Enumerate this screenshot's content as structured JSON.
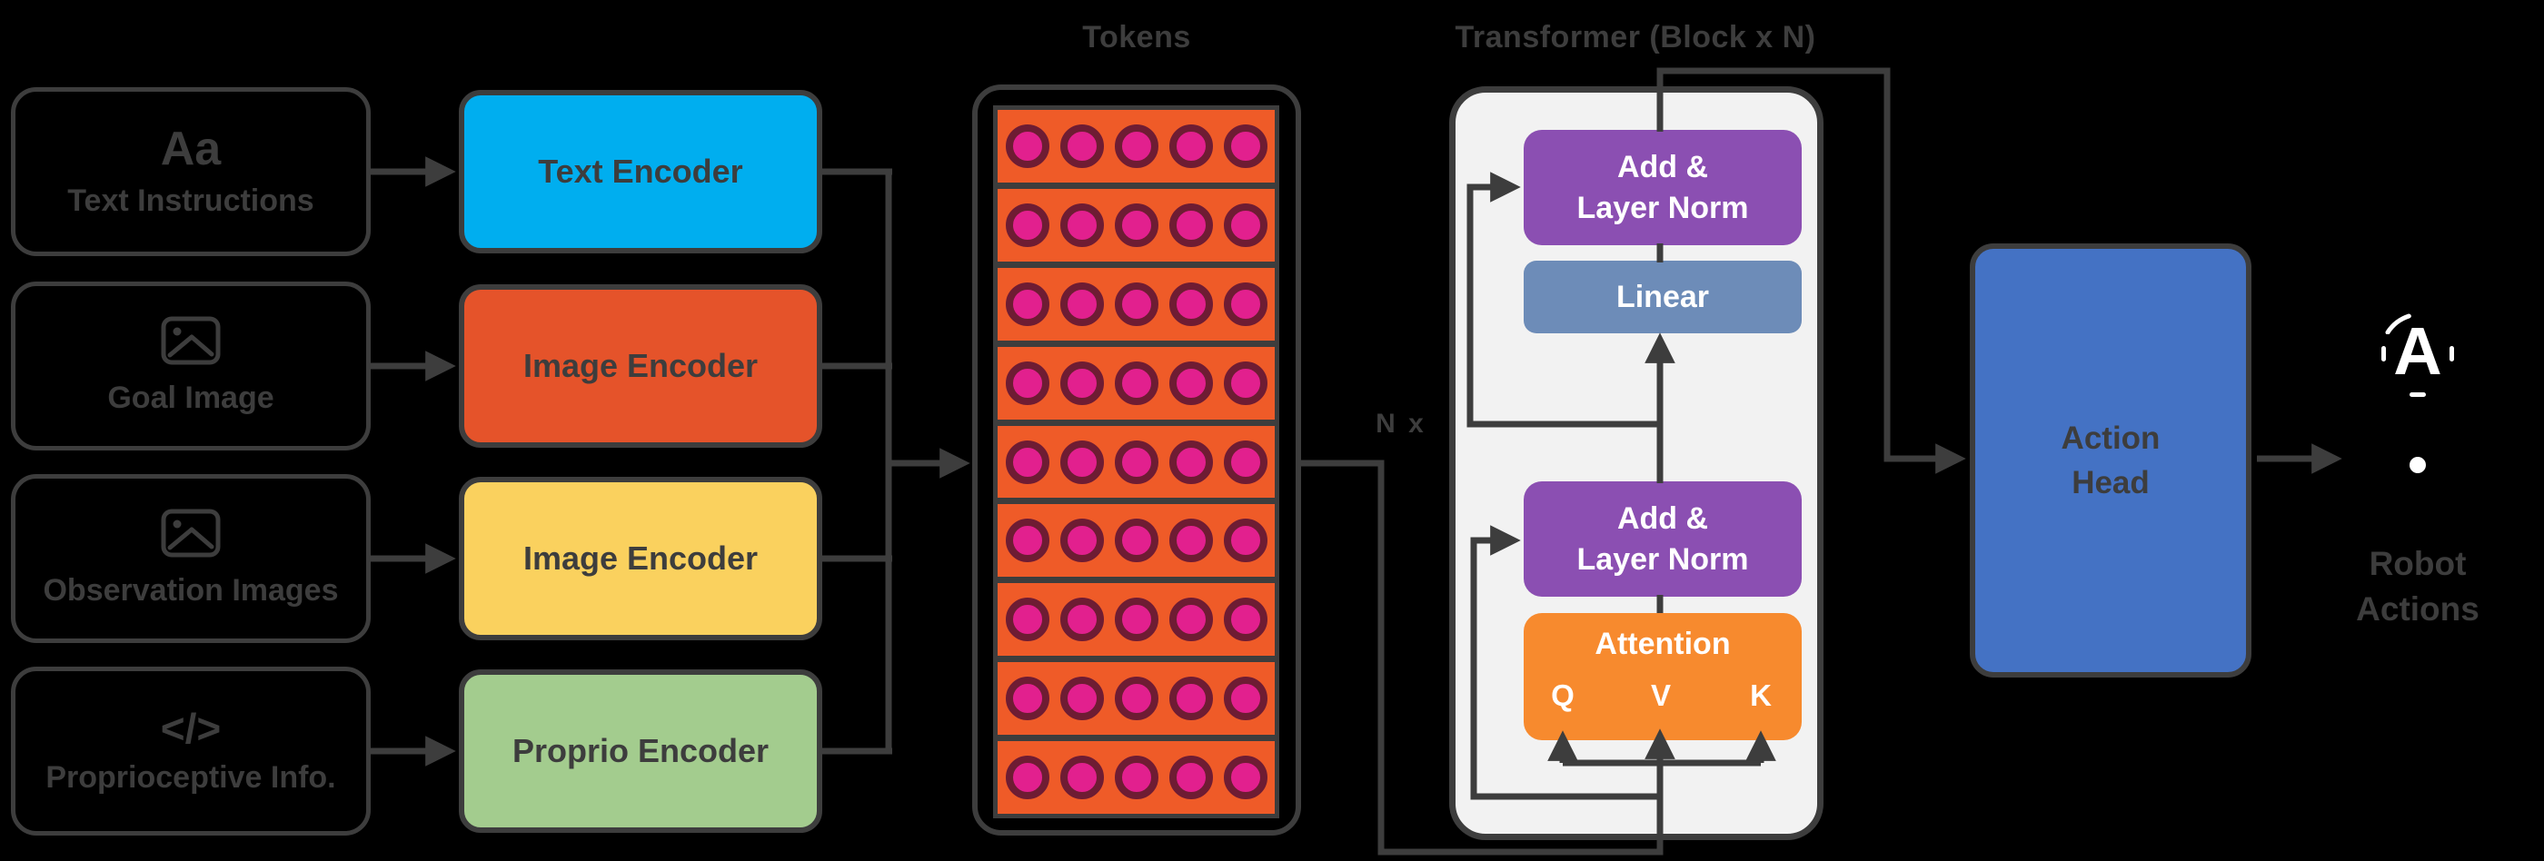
{
  "titles": {
    "tokens": "Tokens",
    "transformer": "Transformer (Block x N)",
    "n_x": "N x"
  },
  "inputs": [
    {
      "icon": "text-icon",
      "icon_text": "Aa",
      "label": "Text Instructions"
    },
    {
      "icon": "image-icon",
      "label": "Goal Image"
    },
    {
      "icon": "image-icon",
      "label": "Observation Images"
    },
    {
      "icon": "code-icon",
      "icon_text": "</>",
      "label": "Proprioceptive Info."
    }
  ],
  "encoders": [
    {
      "label": "Text Encoder",
      "color": "#00AEEF"
    },
    {
      "label": "Image Encoder",
      "color": "#E5532A"
    },
    {
      "label": "Image Encoder",
      "color": "#FAD15E"
    },
    {
      "label": "Proprio Encoder",
      "color": "#A3CC8E"
    }
  ],
  "tokens": {
    "rows": 9,
    "cols": 5,
    "row_color": "#EF5B28",
    "dot_color": "#E2208E",
    "dot_ring_color": "#6E1C33",
    "grid_line_color": "#3D3D3D"
  },
  "transformer": {
    "addnorm_top": "Add &\nLayer Norm",
    "linear": "Linear",
    "addnorm_bottom": "Add &\nLayer Norm",
    "attention": "Attention",
    "q": "Q",
    "v": "V",
    "k": "K",
    "addnorm_color": "#8B4FB2",
    "linear_color": "#6D8CB8",
    "attention_color": "#F78A2E"
  },
  "action_head": {
    "label": "Action\nHead",
    "color": "#4472C4"
  },
  "robot": {
    "icon_letter": "A",
    "label": "Robot\nActions"
  },
  "line_color": "#3D3D3D"
}
